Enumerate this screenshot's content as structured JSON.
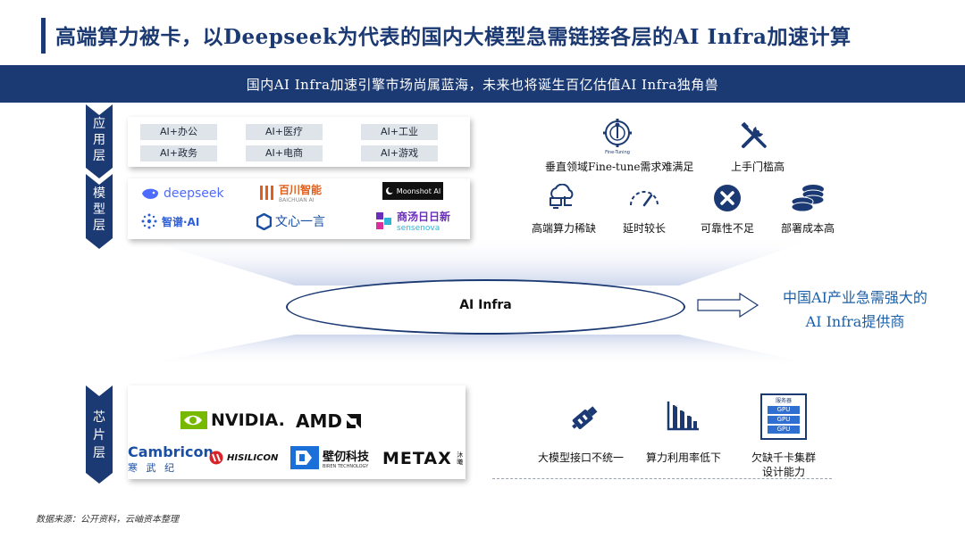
{
  "title": "高端算力被卡，以Deepseek为代表的国内大模型急需链接各层的AI Infra加速计算",
  "banner": "国内AI Infra加速引擎市场尚属蓝海，未来也将诞生百亿估值AI Infra独角兽",
  "layers": {
    "app": {
      "chars": [
        "应",
        "用",
        "层"
      ]
    },
    "model": {
      "chars": [
        "模",
        "型",
        "层"
      ]
    },
    "chip": {
      "chars": [
        "芯",
        "片",
        "层"
      ]
    }
  },
  "app_items": [
    "AI+办公",
    "AI+医疗",
    "AI+工业",
    "AI+政务",
    "AI+电商",
    "AI+游戏"
  ],
  "model_logos": {
    "deepseek": "deepseek",
    "baichuan": "百川智能",
    "baichuan_sub": "BAICHUAN AI",
    "moonshot": "Moonshot AI",
    "zhipu": "智谱·AI",
    "wenxin": "文心一言",
    "sensenova": "商汤日日新",
    "sensenova_sub": "sensenova"
  },
  "chip_logos": {
    "nvidia": "NVIDIA.",
    "amd": "AMD",
    "cambricon": "Cambricon",
    "cambricon_sub": "寒 武 纪",
    "hisilicon": "HISILICON",
    "biren": "壁仞科技",
    "biren_sub": "BIREN TECHNOLOGY",
    "metax": "METAX",
    "metax_sub": "沐曦"
  },
  "top_pains": {
    "finetune_icon_caption": "Fine-Tuning",
    "finetune": "垂直领域Fine-tune需求难满足",
    "threshold": "上手门槛高",
    "compute": "高端算力稀缺",
    "latency": "延时较长",
    "reliability": "可靠性不足",
    "cost": "部署成本高"
  },
  "center": "AI Infra",
  "need_line1": "中国AI产业急需强大的",
  "need_line2": "AI Infra提供商",
  "bottom_pains": {
    "interface": "大模型接口不统一",
    "utilization": "算力利用率低下",
    "cluster_line1": "欠缺千卡集群",
    "cluster_line2": "设计能力",
    "server_label": "服务器",
    "gpu": [
      "GPU",
      "GPU",
      "GPU"
    ]
  },
  "source": "数据来源：公开资料，云岫资本整理",
  "colors": {
    "navy": "#1b3a73",
    "accent_blue": "#1b5fa8",
    "chip_gray": "#dfe3ea"
  }
}
